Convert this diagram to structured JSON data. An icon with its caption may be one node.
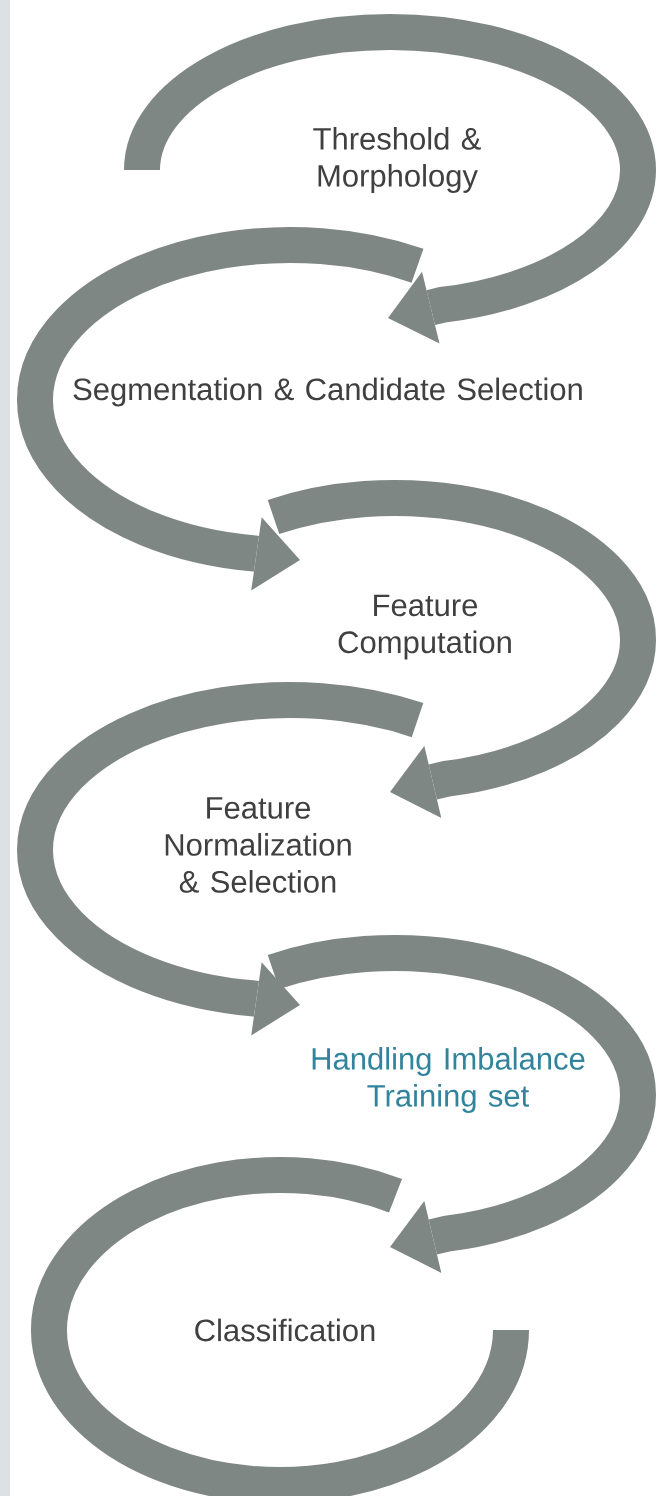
{
  "diagram": {
    "nodes": [
      {
        "text": [
          "Threshold & Morphology"
        ]
      },
      {
        "text": [
          "Segmentation & Candidate Selection"
        ]
      },
      {
        "text": [
          "Feature Computation"
        ]
      },
      {
        "text": [
          "Feature Normalization & Selection"
        ]
      },
      {
        "text": [
          "Handling Imbalance Training set"
        ]
      },
      {
        "text": [
          "Classification"
        ]
      }
    ],
    "edges": [
      {
        "from": null,
        "to": 1,
        "arrow": "to"
      },
      {
        "from": null,
        "to": 2,
        "arrow": "to"
      },
      {
        "from": null,
        "to": 3,
        "arrow": "to"
      },
      {
        "from": null,
        "to": 4,
        "arrow": "to"
      },
      {
        "from": null,
        "to": 5,
        "arrow": "to"
      }
    ]
  }
}
